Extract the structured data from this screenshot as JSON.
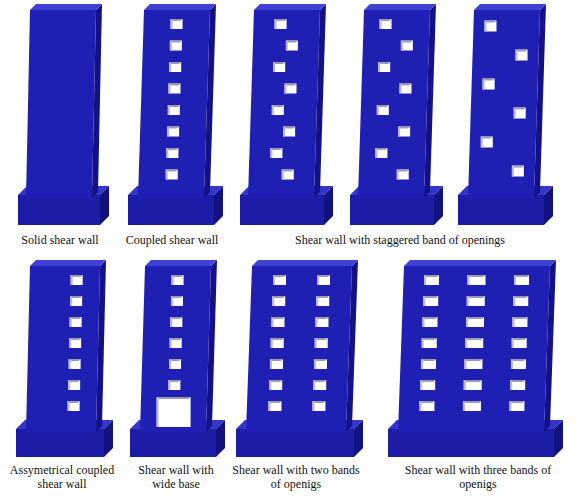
{
  "diagram": {
    "labels": [
      "Solid shear wall",
      "Coupled shear wall",
      "Shear wall with staggered band of openings",
      "Assymetrical coupled shear wall",
      "Shear wall with wide base",
      "Shear wall with two bands of openigs",
      "Shear wall with three bands of openigs"
    ]
  }
}
